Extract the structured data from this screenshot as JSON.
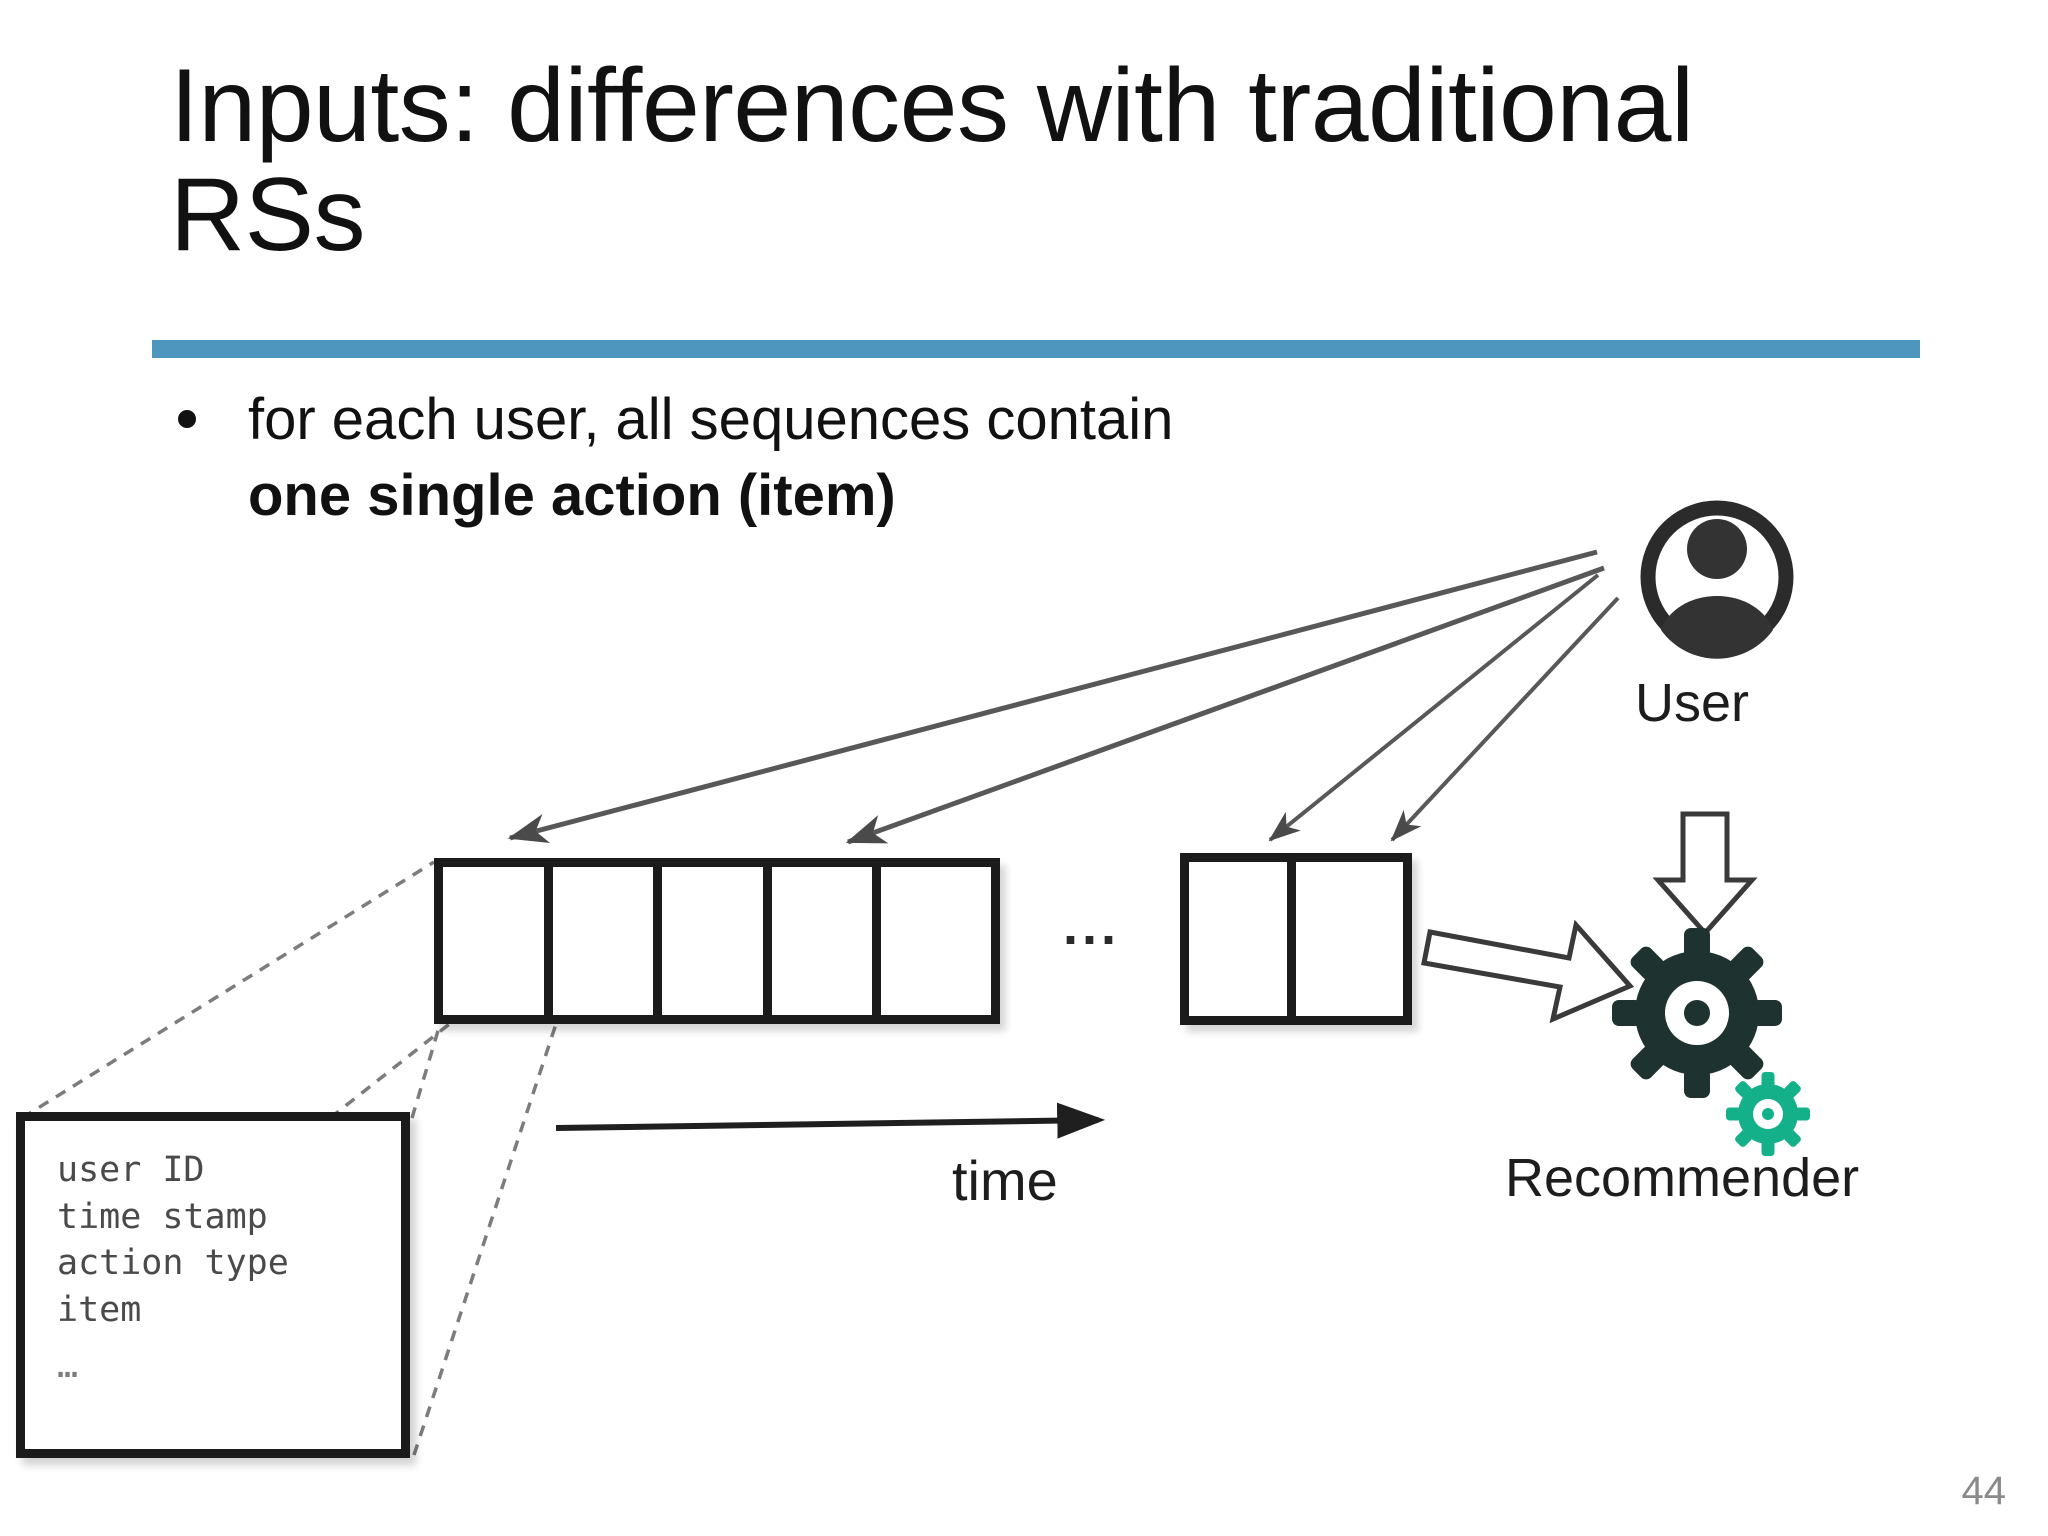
{
  "slide": {
    "title_line1": "Inputs: differences with traditional",
    "title_line2": "RSs",
    "title_full": "Inputs: differences with traditional\nRSs",
    "accent_color": "#4f96bf",
    "page_number": "44"
  },
  "bullets": [
    {
      "text_regular": "for each user, all sequences contain",
      "text_bold": "one single action (item)"
    }
  ],
  "diagram": {
    "schema_box": {
      "lines": [
        "user ID",
        "time stamp",
        "action type",
        "item"
      ],
      "ellipsis": "…"
    },
    "sequence_a": {
      "cell_count": 5,
      "cells": [
        "",
        "",
        "",
        "",
        ""
      ]
    },
    "sequence_separator": "...",
    "sequence_b": {
      "cell_count": 2,
      "cells": [
        "",
        ""
      ]
    },
    "time_axis_label": "time",
    "user": {
      "label": "User",
      "icon": "user-avatar-icon",
      "icon_color": "#2b2b2b"
    },
    "recommender": {
      "label": "Recommender",
      "icon_large": "gear-icon",
      "icon_large_color": "#1e3330",
      "icon_small": "gear-icon-small",
      "icon_small_color": "#13b089"
    },
    "arrows": {
      "user_to_sequences_count": 4,
      "user_down_arrow": "hollow-down-arrow",
      "sequence_to_recommender": "hollow-right-arrow",
      "schema_link_style": "dashed"
    }
  }
}
